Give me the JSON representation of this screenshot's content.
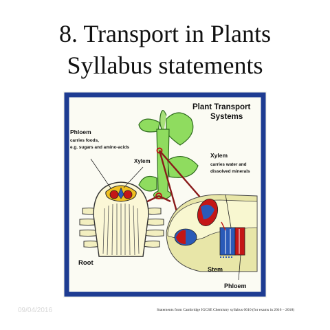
{
  "slide": {
    "title_line1": "8. Transport in Plants",
    "title_line2": "Syllabus statements",
    "date": "09/04/2016",
    "source": "Statements from Cambridge IGCSE Chemistry syllabus 0610 (for exams in 2016 – 2018)"
  },
  "figure": {
    "heading_line1": "Plant Transport",
    "heading_line2": "Systems",
    "phloem_title": "Phloem",
    "phloem_desc_line1": "carries foods,",
    "phloem_desc_line2": "e.g. sugars and amino-acids",
    "xylem_left": "Xylem",
    "xylem_right_title": "Xylem",
    "xylem_right_line1": "carries water and",
    "xylem_right_line2": "dissolved minerals",
    "root_label": "Root",
    "stem_label": "Stem",
    "phloem_bottom": "Phloem"
  }
}
